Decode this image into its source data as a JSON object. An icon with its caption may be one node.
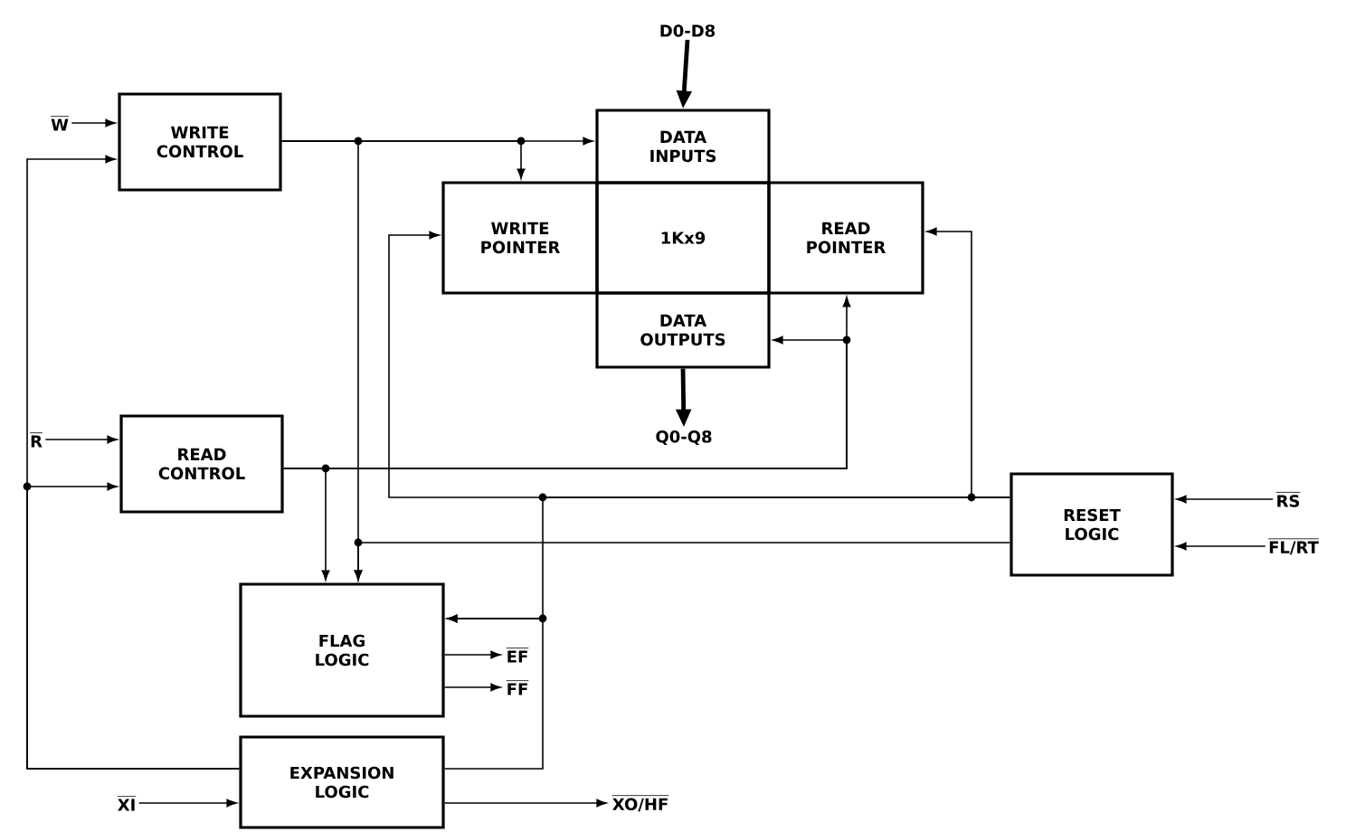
{
  "diagram": {
    "nodes": [
      {
        "text": [
          "W"
        ]
      },
      {
        "text": [
          "WRITE CONTROL"
        ]
      },
      {
        "text": [
          "D0-D8"
        ]
      },
      {
        "text": [
          "DATA INPUTS"
        ]
      },
      {
        "text": [
          "WRITE POINTER"
        ]
      },
      {
        "text": [
          "1Kx9"
        ]
      },
      {
        "text": [
          "READ POINTER"
        ]
      },
      {
        "text": [
          "DATA OUTPUTS"
        ]
      },
      {
        "text": [
          "R"
        ]
      },
      {
        "text": [
          "READ CONTROL"
        ]
      },
      {
        "text": [
          "Q0-Q8"
        ]
      },
      {
        "text": [
          "RESET LOGIC"
        ]
      },
      {
        "text": [
          "RS"
        ]
      },
      {
        "text": [
          "FL/RT"
        ]
      },
      {
        "text": [
          "FLAG LOGIC"
        ]
      },
      {
        "text": [
          "EF"
        ]
      },
      {
        "text": [
          "FF"
        ]
      },
      {
        "text": [
          "EXPANSION LOGIC"
        ]
      },
      {
        "text": [
          "XI"
        ]
      },
      {
        "text": [
          "XO/HF"
        ]
      }
    ],
    "edges": [
      {
        "from": 0,
        "to": 1,
        "arrow": "to"
      },
      {
        "from": 17,
        "to": 1,
        "arrow": "to"
      },
      {
        "from": 17,
        "to": 9,
        "arrow": "to"
      },
      {
        "from": 2,
        "to": 3,
        "arrow": "to",
        "style": "thick"
      },
      {
        "from": 1,
        "to": 3,
        "arrow": "to"
      },
      {
        "from": 1,
        "to": 4,
        "arrow": "to"
      },
      {
        "from": 1,
        "to": 14,
        "arrow": "to"
      },
      {
        "from": 8,
        "to": 9,
        "arrow": "to"
      },
      {
        "from": 9,
        "to": 6,
        "arrow": "to"
      },
      {
        "from": 9,
        "to": 7,
        "arrow": "to"
      },
      {
        "from": 9,
        "to": 14,
        "arrow": "to"
      },
      {
        "from": 7,
        "to": 10,
        "arrow": "to",
        "style": "thick"
      },
      {
        "from": 11,
        "to": 4,
        "arrow": "to"
      },
      {
        "from": 11,
        "to": 6,
        "arrow": "to"
      },
      {
        "from": 11,
        "to": 14,
        "arrow": "to"
      },
      {
        "from": 11,
        "to": 14,
        "arrow": "to"
      },
      {
        "from": 17,
        "to": 14,
        "arrow": "to"
      },
      {
        "from": 12,
        "to": 11,
        "arrow": "to"
      },
      {
        "from": 13,
        "to": 11,
        "arrow": "to"
      },
      {
        "from": 14,
        "to": 15,
        "arrow": "to"
      },
      {
        "from": 14,
        "to": 16,
        "arrow": "to"
      },
      {
        "from": 18,
        "to": 17,
        "arrow": "to"
      },
      {
        "from": 17,
        "to": 19,
        "arrow": "to"
      }
    ]
  }
}
